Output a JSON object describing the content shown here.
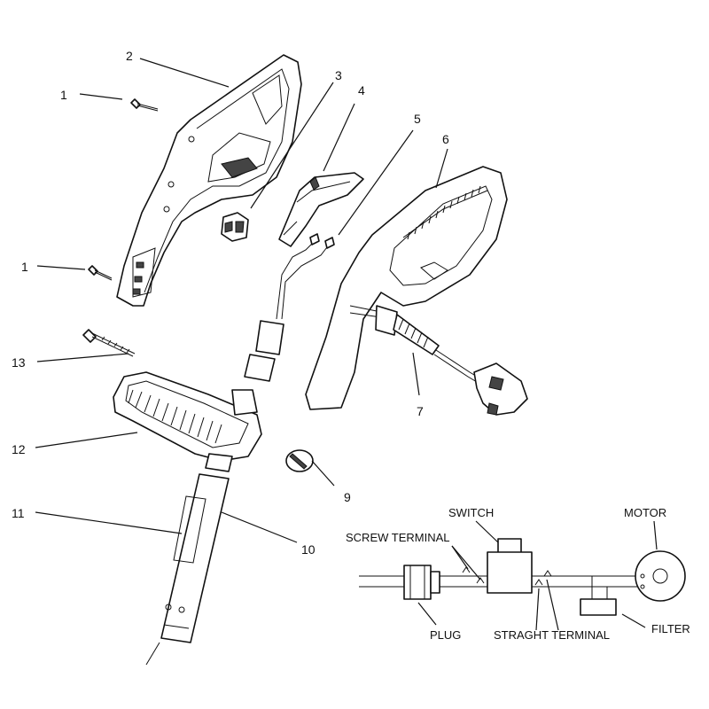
{
  "callouts": [
    "1",
    "1",
    "2",
    "3",
    "4",
    "5",
    "6",
    "7",
    "9",
    "10",
    "11",
    "12",
    "13"
  ],
  "wiring": {
    "switch": "SWITCH",
    "motor": "MOTOR",
    "screw_terminal": "SCREW TERMINAL",
    "plug": "PLUG",
    "straight_terminal": "STRAGHT TERMINAL",
    "filter": "FILTER"
  }
}
